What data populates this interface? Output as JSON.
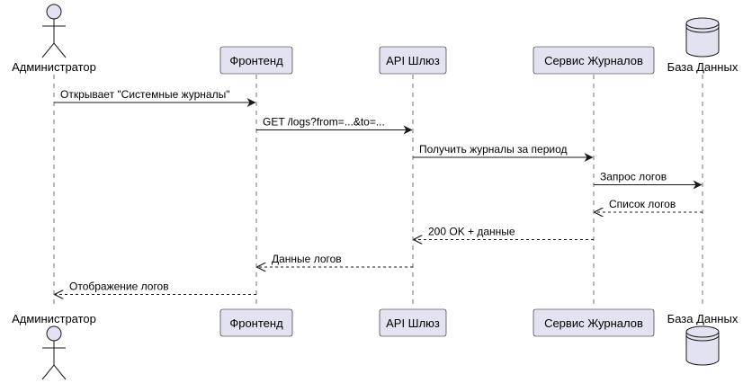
{
  "participants": [
    {
      "id": "admin",
      "label": "Администратор",
      "kind": "actor"
    },
    {
      "id": "frontend",
      "label": "Фронтенд",
      "kind": "participant"
    },
    {
      "id": "gateway",
      "label": "API Шлюз",
      "kind": "participant"
    },
    {
      "id": "logsvc",
      "label": "Сервис Журналов",
      "kind": "participant"
    },
    {
      "id": "db",
      "label": "База Данных",
      "kind": "database"
    }
  ],
  "messages": [
    {
      "from": "admin",
      "to": "frontend",
      "label": "Открывает \"Системные журналы\"",
      "style": "solid"
    },
    {
      "from": "frontend",
      "to": "gateway",
      "label": "GET /logs?from=...&to=...",
      "style": "solid"
    },
    {
      "from": "gateway",
      "to": "logsvc",
      "label": "Получить журналы за период",
      "style": "solid"
    },
    {
      "from": "logsvc",
      "to": "db",
      "label": "Запрос логов",
      "style": "solid"
    },
    {
      "from": "db",
      "to": "logsvc",
      "label": "Список логов",
      "style": "dashed"
    },
    {
      "from": "logsvc",
      "to": "gateway",
      "label": "200 OK + данные",
      "style": "dashed"
    },
    {
      "from": "gateway",
      "to": "frontend",
      "label": "Данные логов",
      "style": "dashed"
    },
    {
      "from": "frontend",
      "to": "admin",
      "label": "Отображение логов",
      "style": "dashed"
    }
  ],
  "colors": {
    "participant_fill": "#e2e2f0",
    "line": "#181818",
    "text": "#000000"
  }
}
